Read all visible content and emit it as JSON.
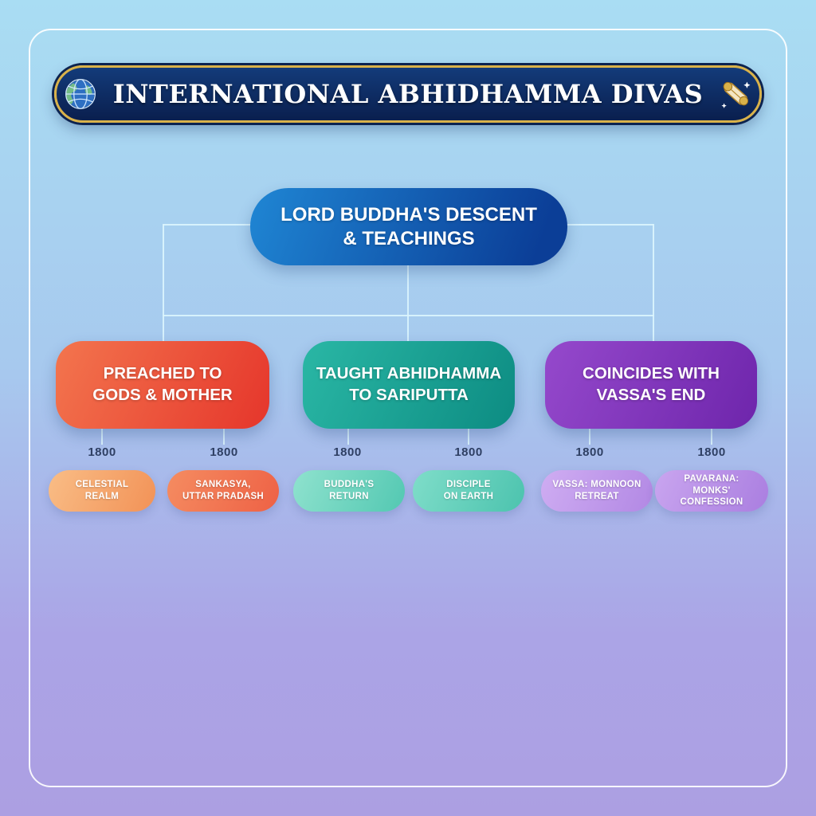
{
  "header": {
    "title": "INTERNATIONAL ABHIDHAMMA DIVAS",
    "globe_icon": "globe-icon",
    "scroll_icon": "scroll-icon"
  },
  "colors": {
    "banner_bg": "#0a1f4e",
    "banner_border_gold": "#d9b24a",
    "root_node": "#0b3e97",
    "branch_red": "#e6392d",
    "branch_teal": "#0e8e84",
    "branch_purple": "#7027ad",
    "pill_orange_light": "#f29257",
    "pill_orange_deep": "#ee6145",
    "pill_teal_light": "#53c8b2",
    "pill_lavender": "#b288e4",
    "connector": "#dcf5fd",
    "year_text": "#2e3f63"
  },
  "chart_data": {
    "type": "tree",
    "title": "INTERNATIONAL ABHIDHAMMA DIVAS",
    "root": {
      "label": [
        "LORD BUDDHA'S DESCENT",
        "& TEACHINGS"
      ]
    },
    "branches": [
      {
        "label": [
          "PREACHED TO",
          "GODS & MOTHER"
        ],
        "children": [
          {
            "year": "1800",
            "label": [
              "CELESTIAL",
              "REALM"
            ]
          },
          {
            "year": "1800",
            "label": [
              "SANKASYA,",
              "UTTAR PRADASH"
            ]
          }
        ]
      },
      {
        "label": [
          "TAUGHT ABHIDHAMMA",
          "TO SARIPUTTA"
        ],
        "children": [
          {
            "year": "1800",
            "label": [
              "BUDDHA'S",
              "RETURN"
            ]
          },
          {
            "year": "1800",
            "label": [
              "DISCIPLE",
              "ON EARTH"
            ]
          }
        ]
      },
      {
        "label": [
          "COINCIDES WITH",
          "VASSA'S END"
        ],
        "children": [
          {
            "year": "1800",
            "label": [
              "VASSA: MONNOON",
              "RETREAT"
            ]
          },
          {
            "year": "1800",
            "label": [
              "PAVARANA:",
              "MONKS' CONFESSION"
            ]
          }
        ]
      }
    ]
  }
}
